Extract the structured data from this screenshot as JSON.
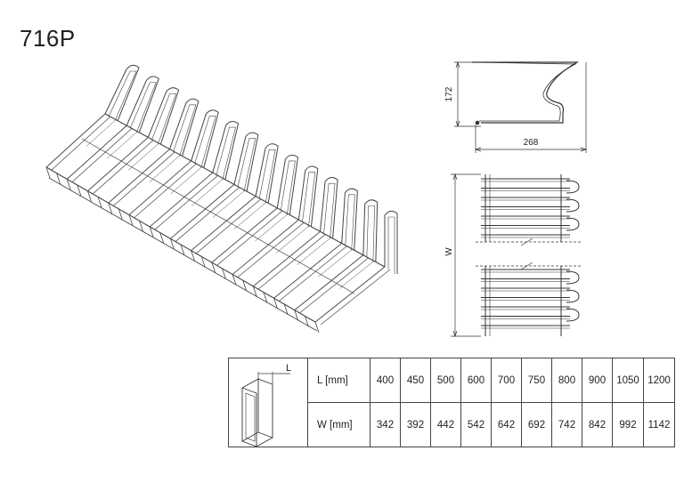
{
  "product": {
    "code": "716P"
  },
  "side_view": {
    "height_label": "172",
    "depth_label": "268"
  },
  "top_view": {
    "width_label": "W"
  },
  "table_icon": {
    "dimension_label": "L"
  },
  "size_table": {
    "rows": [
      {
        "label": "L [mm]",
        "values": [
          "400",
          "450",
          "500",
          "600",
          "700",
          "750",
          "800",
          "900",
          "1050",
          "1200"
        ]
      },
      {
        "label": "W [mm]",
        "values": [
          "342",
          "392",
          "442",
          "542",
          "642",
          "692",
          "742",
          "842",
          "992",
          "1142"
        ]
      }
    ]
  }
}
